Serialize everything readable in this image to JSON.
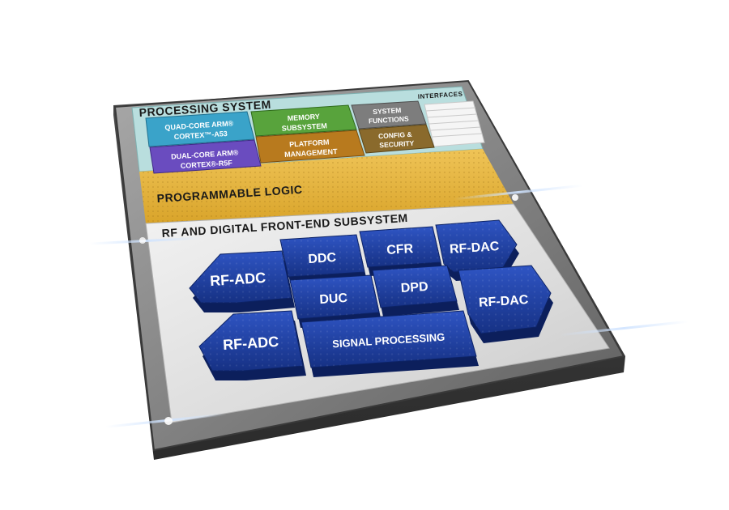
{
  "processing_system": {
    "title": "PROCESSING SYSTEM",
    "interfaces": "INTERFACES",
    "blocks": {
      "a53_line1": "QUAD-CORE ARM®",
      "a53_line2": "CORTEX™-A53",
      "r5f_line1": "DUAL-CORE ARM®",
      "r5f_line2": "CORTEX®-R5F",
      "memory_line1": "MEMORY",
      "memory_line2": "SUBSYSTEM",
      "platform_line1": "PLATFORM",
      "platform_line2": "MANAGEMENT",
      "system_line1": "SYSTEM",
      "system_line2": "FUNCTIONS",
      "config_line1": "CONFIG &",
      "config_line2": "SECURITY"
    }
  },
  "programmable_logic": {
    "title": "PROGRAMMABLE LOGIC"
  },
  "rf_subsystem": {
    "title": "RF AND DIGITAL FRONT-END SUBSYSTEM",
    "blocks": {
      "rf_adc_top": "RF-ADC",
      "rf_adc_bottom": "RF-ADC",
      "ddc": "DDC",
      "cfr": "CFR",
      "rf_dac_top": "RF-DAC",
      "duc": "DUC",
      "dpd": "DPD",
      "rf_dac_bottom": "RF-DAC",
      "signal_processing": "SIGNAL PROCESSING"
    }
  },
  "colors": {
    "a53": "#3aa3c9",
    "r5f": "#6a4cbf",
    "memory": "#58a33c",
    "platform": "#b87a1e",
    "system": "#7d7d7d",
    "config": "#8a6a2c",
    "pl": "#e4b23a",
    "rf_block": "#1e3f9e",
    "ps_bg": "#b7dcdc",
    "rf_bg": "#e6e6e6"
  }
}
